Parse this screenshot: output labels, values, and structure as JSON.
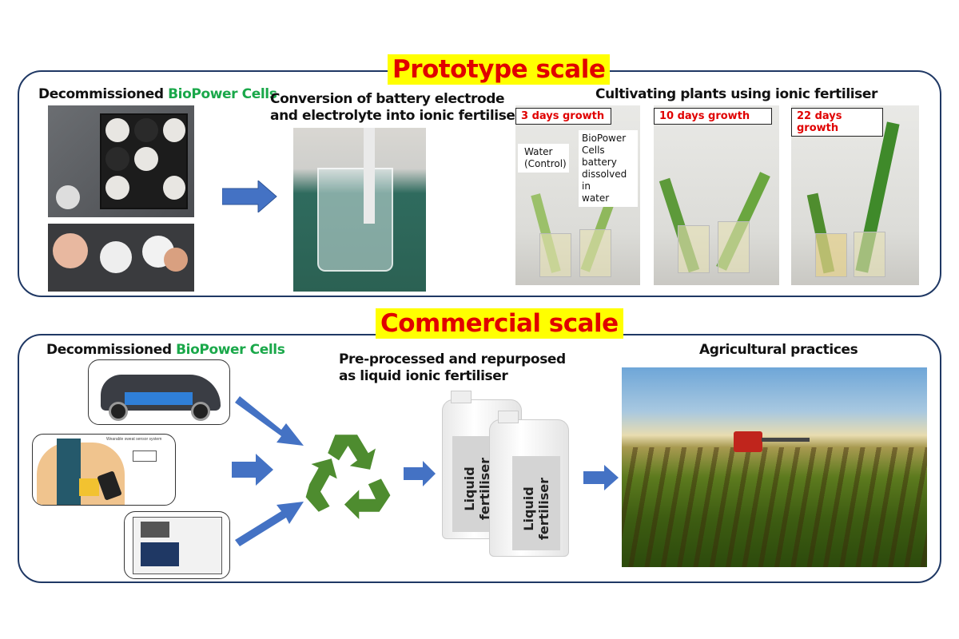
{
  "prototype": {
    "title": "Prototype scale",
    "decommissioned_prefix": "Decommissioned ",
    "decommissioned_highlight": "BioPower Cells",
    "conversion_line1": "Conversion of battery electrode",
    "conversion_line2": "and electrolyte into ionic fertiliser",
    "cultivating": "Cultivating plants using ionic fertiliser",
    "growth_tags": [
      "3 days growth",
      "10 days growth",
      "22 days growth"
    ],
    "control_note": "Water\n(Control)",
    "battery_note": "BioPower\nCells battery\ndissolved in\nwater"
  },
  "commercial": {
    "title": "Commercial scale",
    "decommissioned_prefix": "Decommissioned ",
    "decommissioned_highlight": "BioPower Cells",
    "preprocessed_line1": "Pre-processed and repurposed",
    "preprocessed_line2": "as liquid ionic fertiliser",
    "jug_label": "Liquid\nfertiliser",
    "agri": "Agricultural practices",
    "wearable_caption": "Wearable sweat sensor system"
  },
  "colors": {
    "frame": "#1f3864",
    "arrow": "#4472c4",
    "recycle": "#4e8c2f",
    "title_bg": "#ffff00",
    "title_text": "#e00000",
    "highlight": "#1aa84a"
  }
}
